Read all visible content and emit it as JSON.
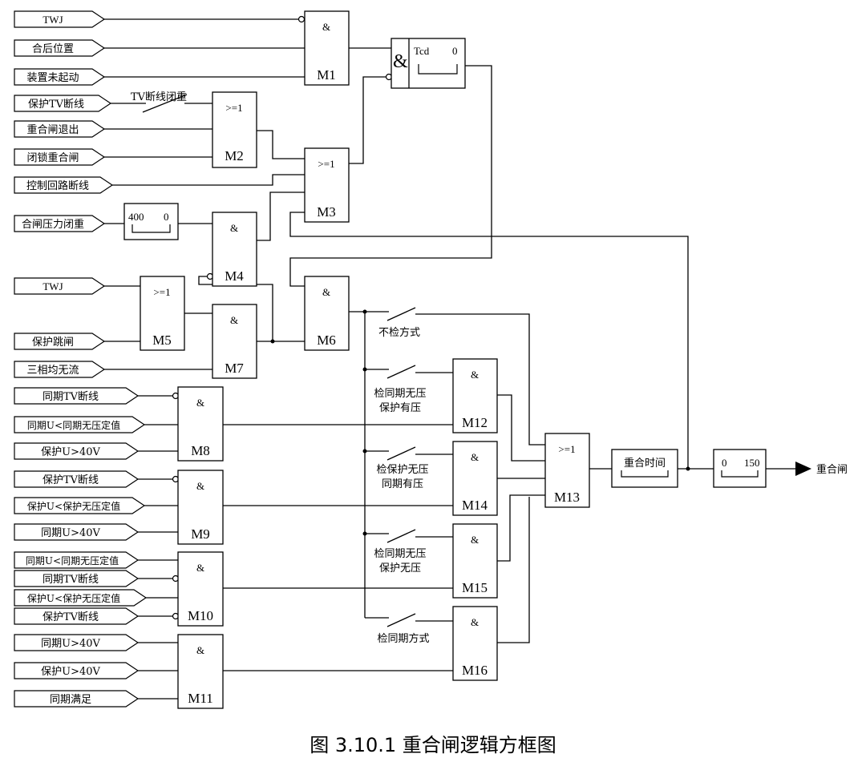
{
  "caption": "图 3.10.1 重合闸逻辑方框图",
  "inputs": {
    "twj1": "TWJ",
    "hehou": "合后位置",
    "zhuangzhi": "装置未起动",
    "baohu_tv": "保护TV断线",
    "chonghe_tuichu": "重合闸退出",
    "bisuo": "闭锁重合闸",
    "kongzhi": "控制回路断线",
    "yali": "合闸压力闭重",
    "twj2": "TWJ",
    "tiaozha": "保护跳闸",
    "wuliu": "三相均无流",
    "m8_a": "同期TV断线",
    "m8_b": "同期U<同期无压定值",
    "m8_c": "保护U>40V",
    "m9_a": "保护TV断线",
    "m9_b": "保护U<保护无压定值",
    "m9_c": "同期U>40V",
    "m10_a": "同期U<同期无压定值",
    "m10_b": "同期TV断线",
    "m10_c": "保护U<保护无压定值",
    "m10_d": "保护TV断线",
    "m11_a": "同期U>40V",
    "m11_b": "保护U>40V",
    "m11_c": "同期满足"
  },
  "gates": {
    "m1": {
      "op": "&",
      "name": "M1"
    },
    "m2": {
      "op": ">=1",
      "name": "M2"
    },
    "m3": {
      "op": ">=1",
      "name": "M3"
    },
    "m4": {
      "op": "&",
      "name": "M4"
    },
    "m5": {
      "op": ">=1",
      "name": "M5"
    },
    "m6": {
      "op": "&",
      "name": "M6"
    },
    "m7": {
      "op": "&",
      "name": "M7"
    },
    "m8": {
      "op": "&",
      "name": "M8"
    },
    "m9": {
      "op": "&",
      "name": "M9"
    },
    "m10": {
      "op": "&",
      "name": "M10"
    },
    "m11": {
      "op": "&",
      "name": "M11"
    },
    "m12": {
      "op": "&",
      "name": "M12"
    },
    "m13": {
      "op": ">=1",
      "name": "M13"
    },
    "m14": {
      "op": "&",
      "name": "M14"
    },
    "m15": {
      "op": "&",
      "name": "M15"
    },
    "m16": {
      "op": "&",
      "name": "M16"
    }
  },
  "timers": {
    "tcd": {
      "op": "&",
      "label": "Tcd",
      "value": "0"
    },
    "t400": {
      "left": "400",
      "right": "0"
    },
    "chonghe_shijian": "重合时间",
    "t150": {
      "left": "0",
      "right": "150"
    }
  },
  "switches": {
    "tv_duanxian": "TV断线闭重",
    "bujian": "不检方式",
    "s12_line1": "检同期无压",
    "s12_line2": "保护有压",
    "s14_line1": "检保护无压",
    "s14_line2": "同期有压",
    "s15_line1": "检同期无压",
    "s15_line2": "保护无压",
    "s16": "检同期方式"
  },
  "output": "重合闸"
}
